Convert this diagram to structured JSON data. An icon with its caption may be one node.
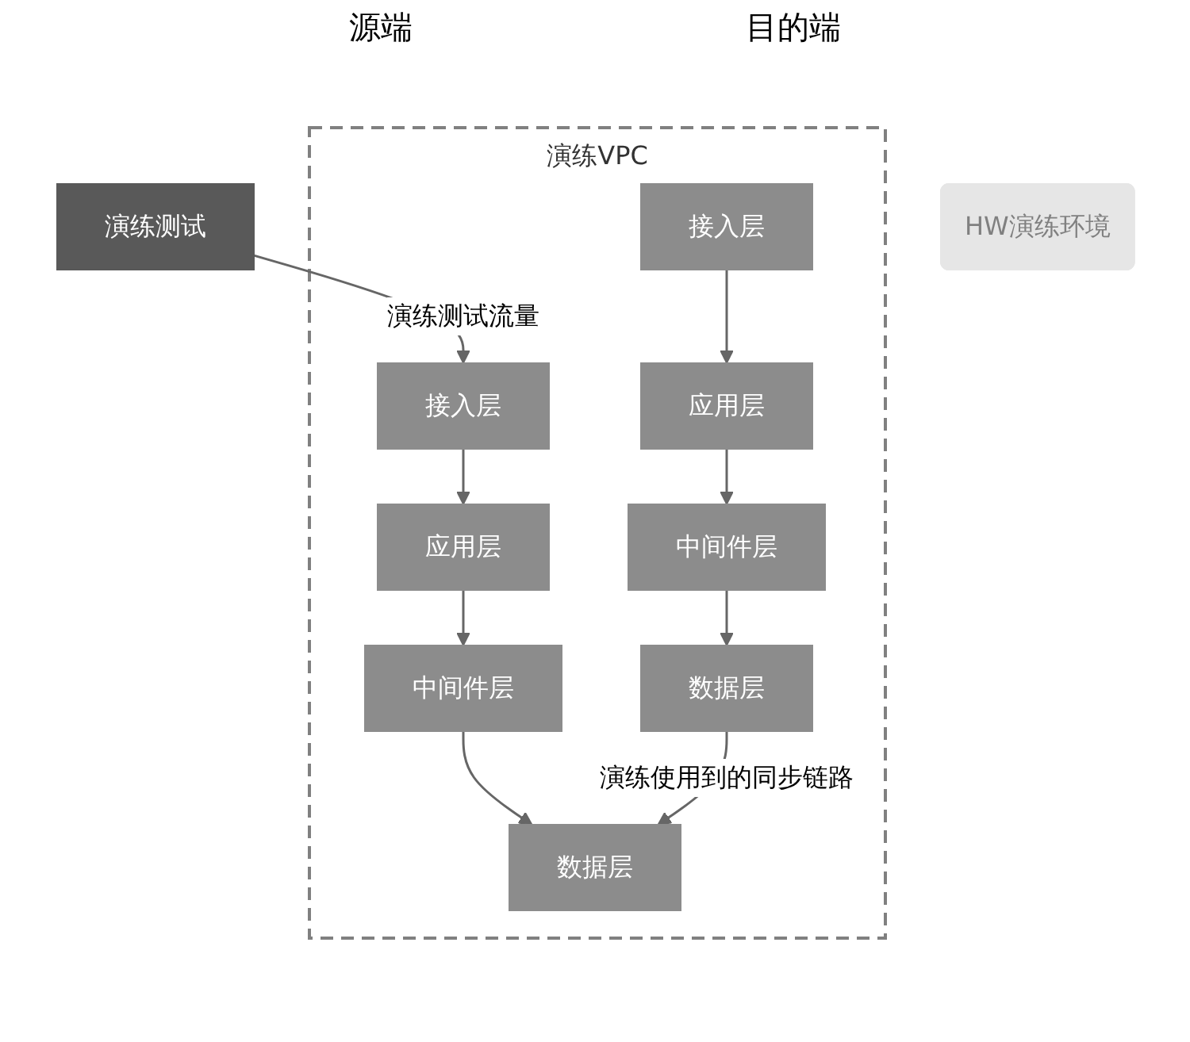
{
  "diagram": {
    "nodes": [
      {
        "text": [
          "HW演练环境"
        ]
      },
      {
        "text": [
          "演练测试"
        ]
      },
      {
        "text": [
          "演练VPC"
        ]
      },
      {
        "text": [
          "接入层"
        ],
        "in": 2
      },
      {
        "text": [
          "应用层"
        ],
        "in": 2
      },
      {
        "text": [
          "中间件层"
        ],
        "in": 2
      },
      {
        "text": [
          "数据层"
        ],
        "in": 2
      },
      {
        "text": [
          "接入层"
        ],
        "in": 2
      },
      {
        "text": [
          "应用层"
        ],
        "in": 2
      },
      {
        "text": [
          "中间件层"
        ],
        "in": 2
      },
      {
        "text": [
          "数据层"
        ],
        "in": 2
      }
    ],
    "edges": [
      {
        "from": 1,
        "to": 7,
        "arrow": "to",
        "label": "演练测试流量"
      },
      {
        "from": 3,
        "to": 4,
        "arrow": "to"
      },
      {
        "from": 4,
        "to": 5,
        "arrow": "to"
      },
      {
        "from": 5,
        "to": 6,
        "arrow": "to"
      },
      {
        "from": 7,
        "to": 8,
        "arrow": "to"
      },
      {
        "from": 8,
        "to": 9,
        "arrow": "to"
      },
      {
        "from": 9,
        "to": 10,
        "arrow": "to"
      },
      {
        "from": 6,
        "to": 10,
        "arrow": "to",
        "label": "演练使用到的同步链路"
      }
    ],
    "labels": [
      "源端",
      "目的端"
    ]
  }
}
